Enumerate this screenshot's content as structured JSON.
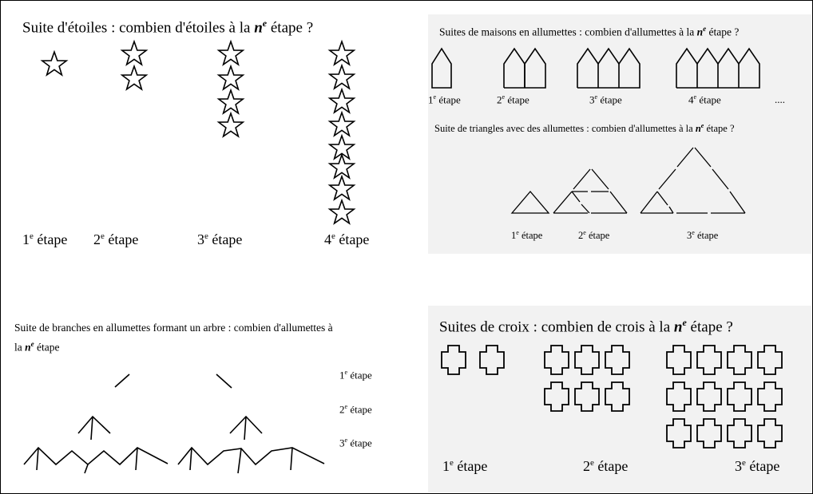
{
  "stars": {
    "title_prefix": "Suite d'étoiles : combien d'étoiles à la ",
    "title_n": "n",
    "title_sup": "e",
    "title_suffix": " étape ?",
    "labels": [
      {
        "num": "1",
        "sup": "e",
        "text": " étape"
      },
      {
        "num": "2",
        "sup": "e",
        "text": " étape"
      },
      {
        "num": "3",
        "sup": "e",
        "text": " étape"
      },
      {
        "num": "4",
        "sup": "e",
        "text": " étape"
      }
    ]
  },
  "houses": {
    "title_prefix": "Suites de maisons en allumettes : combien d'allumettes à la ",
    "title_n": "n",
    "title_sup": "e",
    "title_suffix": "  étape ?",
    "labels": [
      {
        "num": "1",
        "sup": "e",
        "text": " étape"
      },
      {
        "num": "2",
        "sup": "e",
        "text": " étape"
      },
      {
        "num": "3",
        "sup": "e",
        "text": " étape"
      },
      {
        "num": "4",
        "sup": "e",
        "text": " étape"
      }
    ],
    "ellipsis": "...."
  },
  "triangles": {
    "title_prefix": "Suite de triangles avec des allumettes : combien d'allumettes à la ",
    "title_n": "n",
    "title_sup": "e",
    "title_suffix": " étape ?",
    "labels": [
      {
        "num": "1",
        "sup": "e",
        "text": " étape"
      },
      {
        "num": "2",
        "sup": "e",
        "text": " étape"
      },
      {
        "num": "3",
        "sup": "e",
        "text": " étape"
      }
    ]
  },
  "branches": {
    "title_line1": "Suite de branches en allumettes formant un arbre : combien d'allumettes à",
    "title_line2_prefix": "la ",
    "title_n": "n",
    "title_sup": "e",
    "title_line2_suffix": "  étape",
    "labels": [
      {
        "num": "1",
        "sup": "e",
        "text": " étape"
      },
      {
        "num": "2",
        "sup": "e",
        "text": " étape"
      },
      {
        "num": "3",
        "sup": "e",
        "text": " étape"
      }
    ]
  },
  "crosses": {
    "title_prefix": "Suites de croix : combien de crois à la ",
    "title_n": "n",
    "title_sup": "e",
    "title_suffix": " étape ?",
    "labels": [
      {
        "num": "1",
        "sup": "e",
        "text": " étape"
      },
      {
        "num": "2",
        "sup": "e",
        "text": " étape"
      },
      {
        "num": "3",
        "sup": "e",
        "text": " étape"
      }
    ]
  }
}
